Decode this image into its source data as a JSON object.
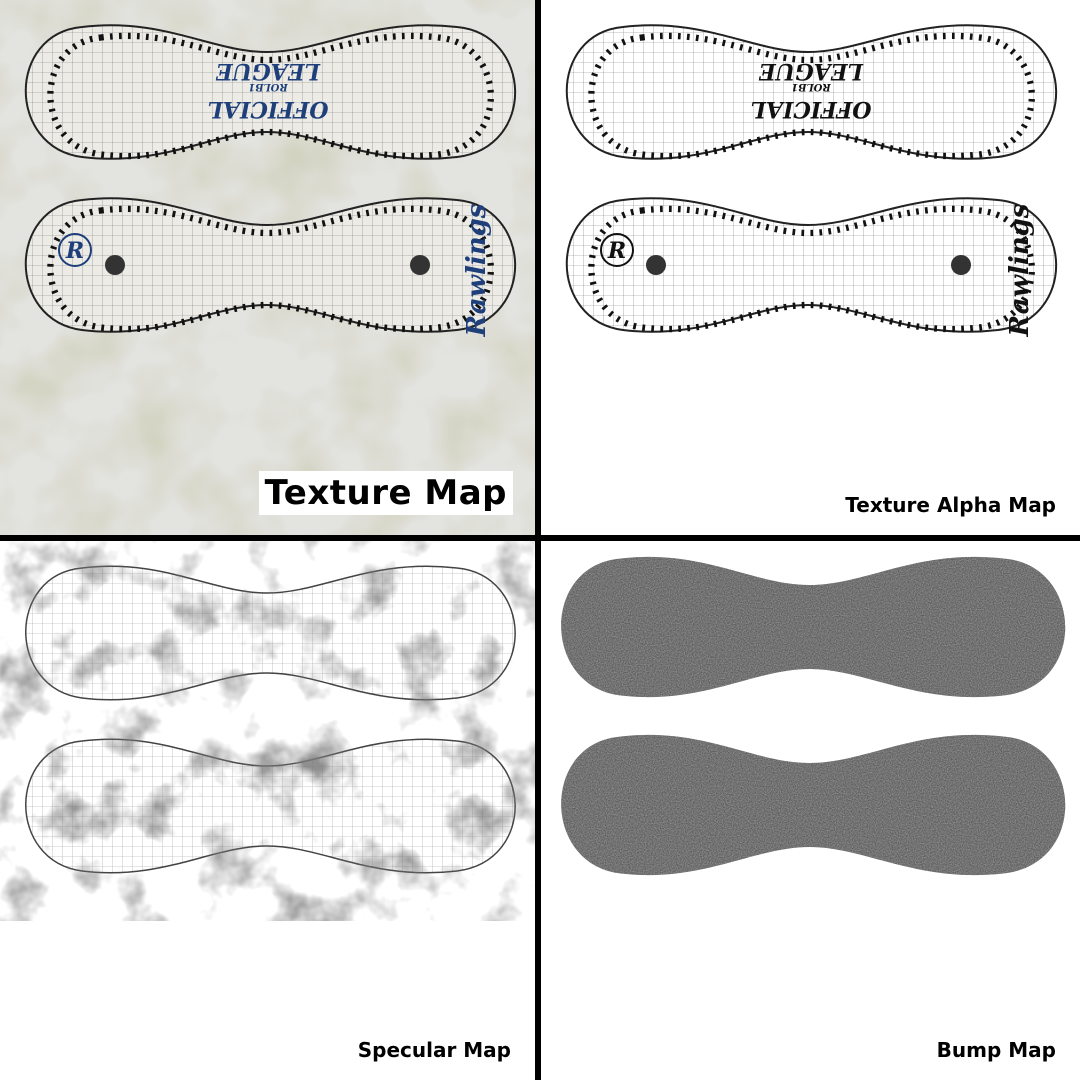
{
  "panels": {
    "texture": {
      "label": "Texture Map",
      "logo_top": "OFFICIAL",
      "logo_mid": "ROLB1",
      "logo_bottom": "LEAGUE",
      "brand": "Rawlings",
      "seal_letter": "R"
    },
    "alpha": {
      "label": "Texture Alpha Map",
      "logo_top": "OFFICIAL",
      "logo_mid": "ROLB1",
      "logo_bottom": "LEAGUE",
      "brand": "Rawlings",
      "seal_letter": "R"
    },
    "specular": {
      "label": "Specular Map"
    },
    "bump": {
      "label": "Bump Map"
    }
  },
  "colors": {
    "divider": "#000000",
    "logo_blue": "#1e3f7a",
    "texture_bg": "#e3e3e0",
    "bump_fill": "#5a5a5a"
  }
}
